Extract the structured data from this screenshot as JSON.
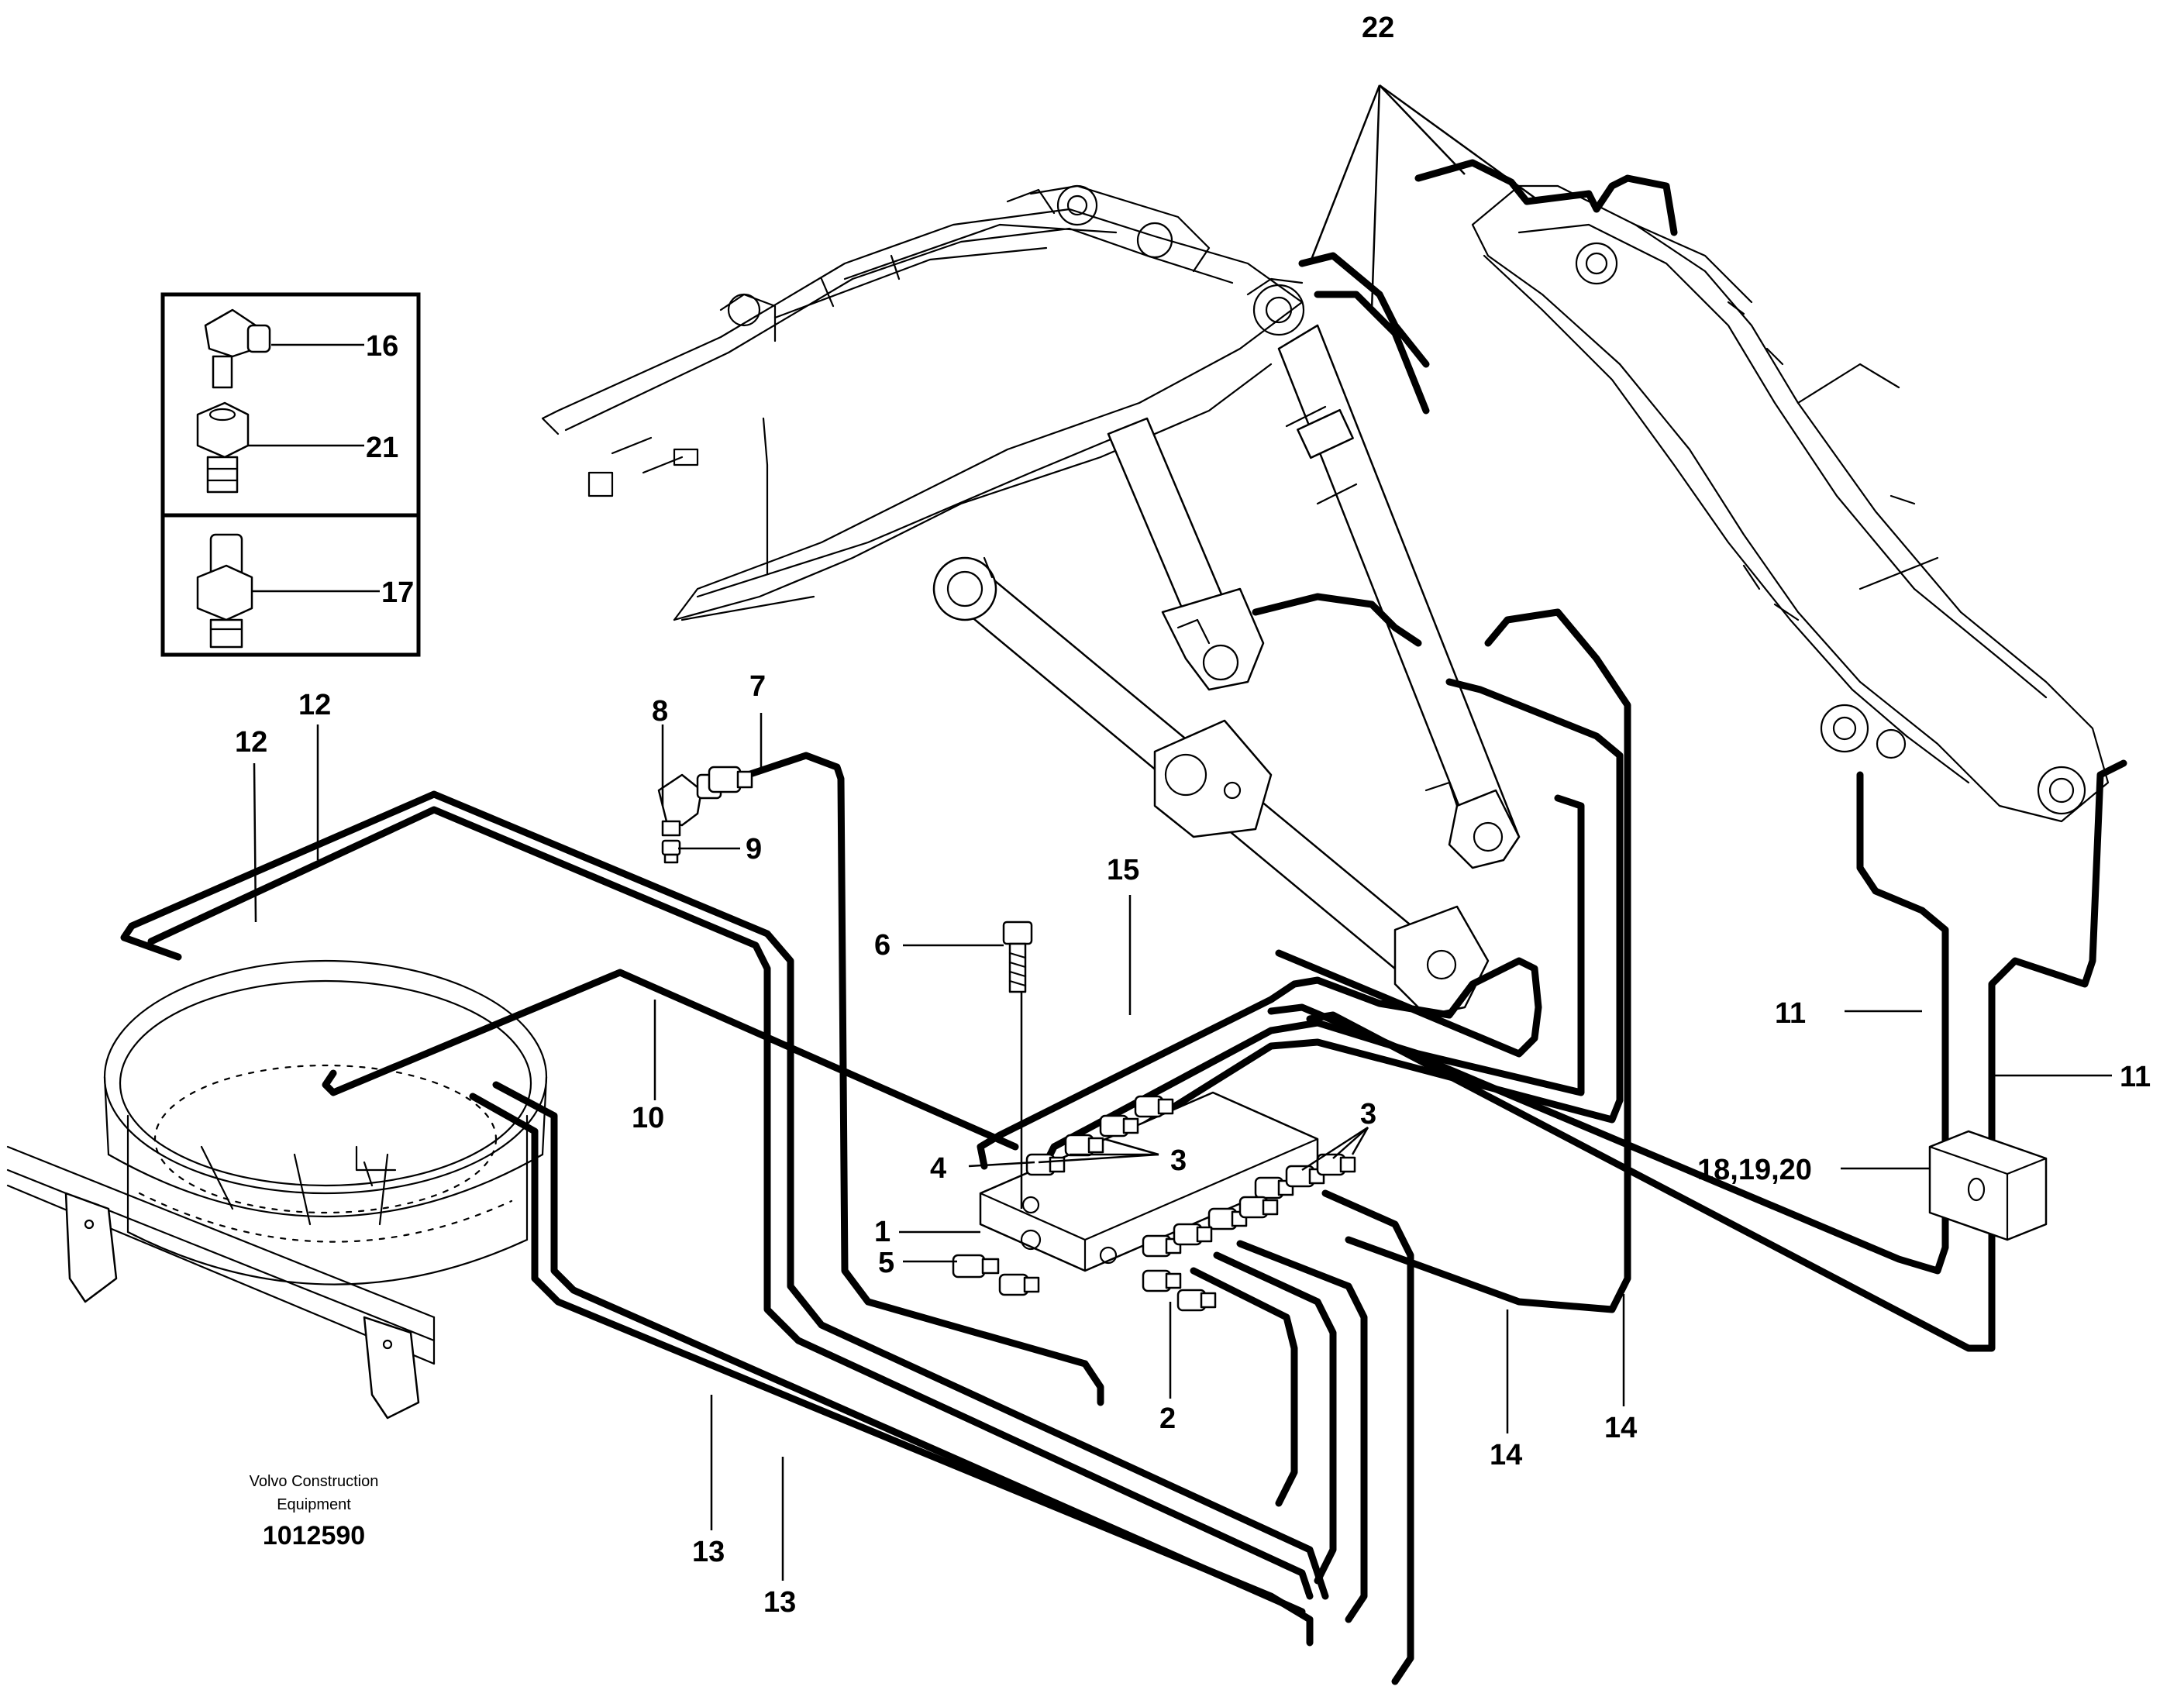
{
  "callouts": {
    "c1": "1",
    "c2": "2",
    "c3a": "3",
    "c3b": "3",
    "c4": "4",
    "c5": "5",
    "c6": "6",
    "c7": "7",
    "c8": "8",
    "c9": "9",
    "c10": "10",
    "c11a": "11",
    "c11b": "11",
    "c12a": "12",
    "c12b": "12",
    "c13a": "13",
    "c13b": "13",
    "c14a": "14",
    "c14b": "14",
    "c15": "15",
    "c16": "16",
    "c17": "17",
    "c18": "18,19,20",
    "c21": "21",
    "c22": "22"
  },
  "credit": {
    "line1": "Volvo Construction",
    "line2": "Equipment",
    "doc_number": "1012590"
  }
}
